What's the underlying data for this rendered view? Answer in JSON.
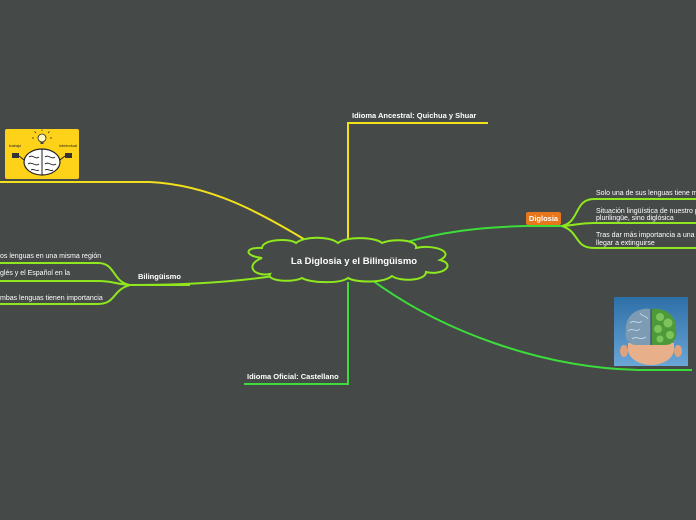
{
  "colors": {
    "background": "#454948",
    "yellow_branch": "#f2e01d",
    "green_branch": "#3ddc3a",
    "lime_branch": "#8ee81d",
    "center_fill": "#454948",
    "center_stroke": "#8ee81d",
    "diglosia_badge": "#e8761c",
    "image_yellow": "#ffd21a",
    "image_blue": "#3c7fb8"
  },
  "center": {
    "title": "La Diglosia y el Bilingüismo"
  },
  "branches": {
    "ancestral": {
      "label": "Idioma Ancestral: Quichua y Shuar"
    },
    "oficial": {
      "label": "Idioma Oficial: Castellano"
    },
    "bilinguismo": {
      "label": "Bilingüismo",
      "children": [
        "os lenguas en una misma región",
        "glés y el Español en la",
        "mbas lenguas tienen importancia"
      ]
    },
    "diglosia": {
      "label": "Diglosia",
      "children": [
        {
          "line1": "Solo una de sus lenguas tiene m",
          "line2": ""
        },
        {
          "line1": "Situación lingüística de nuestro p",
          "line2": "plurilingüe, sino diglósica"
        },
        {
          "line1": "Tras dar más importancia a una",
          "line2": "llegar a extinguirse"
        }
      ]
    }
  },
  "images": {
    "brain_left": {
      "icon": "brain-lightbulb-icon",
      "left_caption": "trabajo",
      "right_caption": "intelectual"
    },
    "brain_right": {
      "icon": "brain-nature-tech-icon"
    }
  }
}
